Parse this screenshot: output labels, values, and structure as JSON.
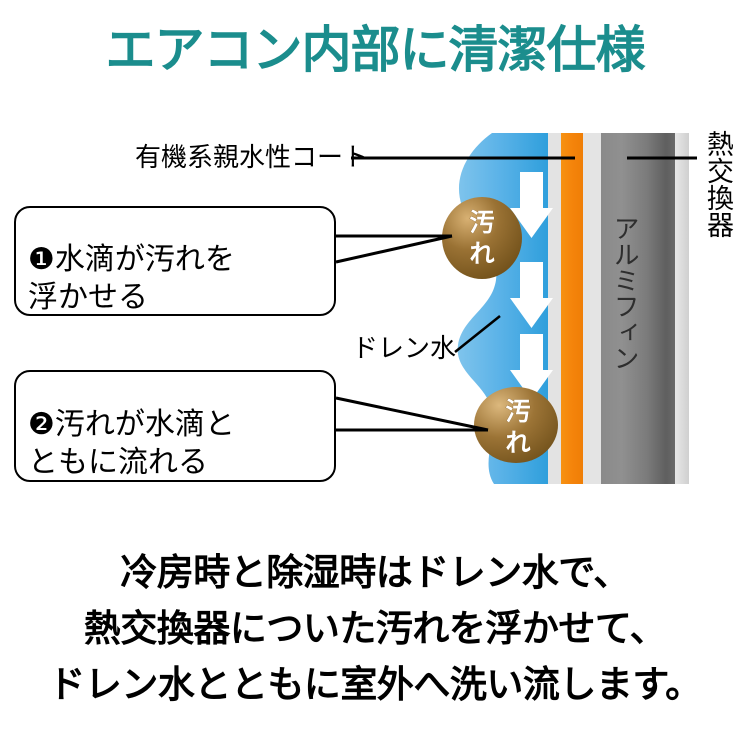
{
  "title": "エアコン内部に清潔仕様",
  "colors": {
    "title_teal": "#1b8d8d",
    "water_blue": "#3aa6e0",
    "water_blue_light": "#8ecdf0",
    "coating_orange": "#f5880c",
    "fin_gray_dark": "#6f6f6f",
    "fin_gray_light": "#d4d4d4",
    "gap_gray": "#e2e2e2",
    "dirt_brown": "#8a6228",
    "dirt_brown_light": "#c9a45e",
    "arrow_white": "#ffffff",
    "line_black": "#000000"
  },
  "diagram": {
    "labels": {
      "coating": "有機系親水性コート",
      "drain_water": "ドレン水",
      "heat_exchanger": "熱交換器",
      "aluminum_fin": "アルミフィン"
    },
    "dirt_blobs": [
      {
        "text": "汚れ"
      },
      {
        "text": "汚れ"
      }
    ],
    "arrows": [
      {
        "name": "flow-arrow-1"
      },
      {
        "name": "flow-arrow-2"
      },
      {
        "name": "flow-arrow-3"
      }
    ],
    "layers": [
      {
        "name": "drain-water-layer"
      },
      {
        "name": "hydrophilic-coating-layer"
      },
      {
        "name": "aluminum-fin-layer"
      }
    ]
  },
  "callouts": [
    {
      "number": "❶",
      "text": "水滴が汚れを\n浮かせる"
    },
    {
      "number": "❷",
      "text": "汚れが水滴と\nともに流れる"
    }
  ],
  "bottom_text": {
    "line1": "冷房時と除湿時はドレン水で、",
    "line2": "熱交換器についた汚れを浮かせて、",
    "line3": "ドレン水とともに室外へ洗い流します。"
  }
}
